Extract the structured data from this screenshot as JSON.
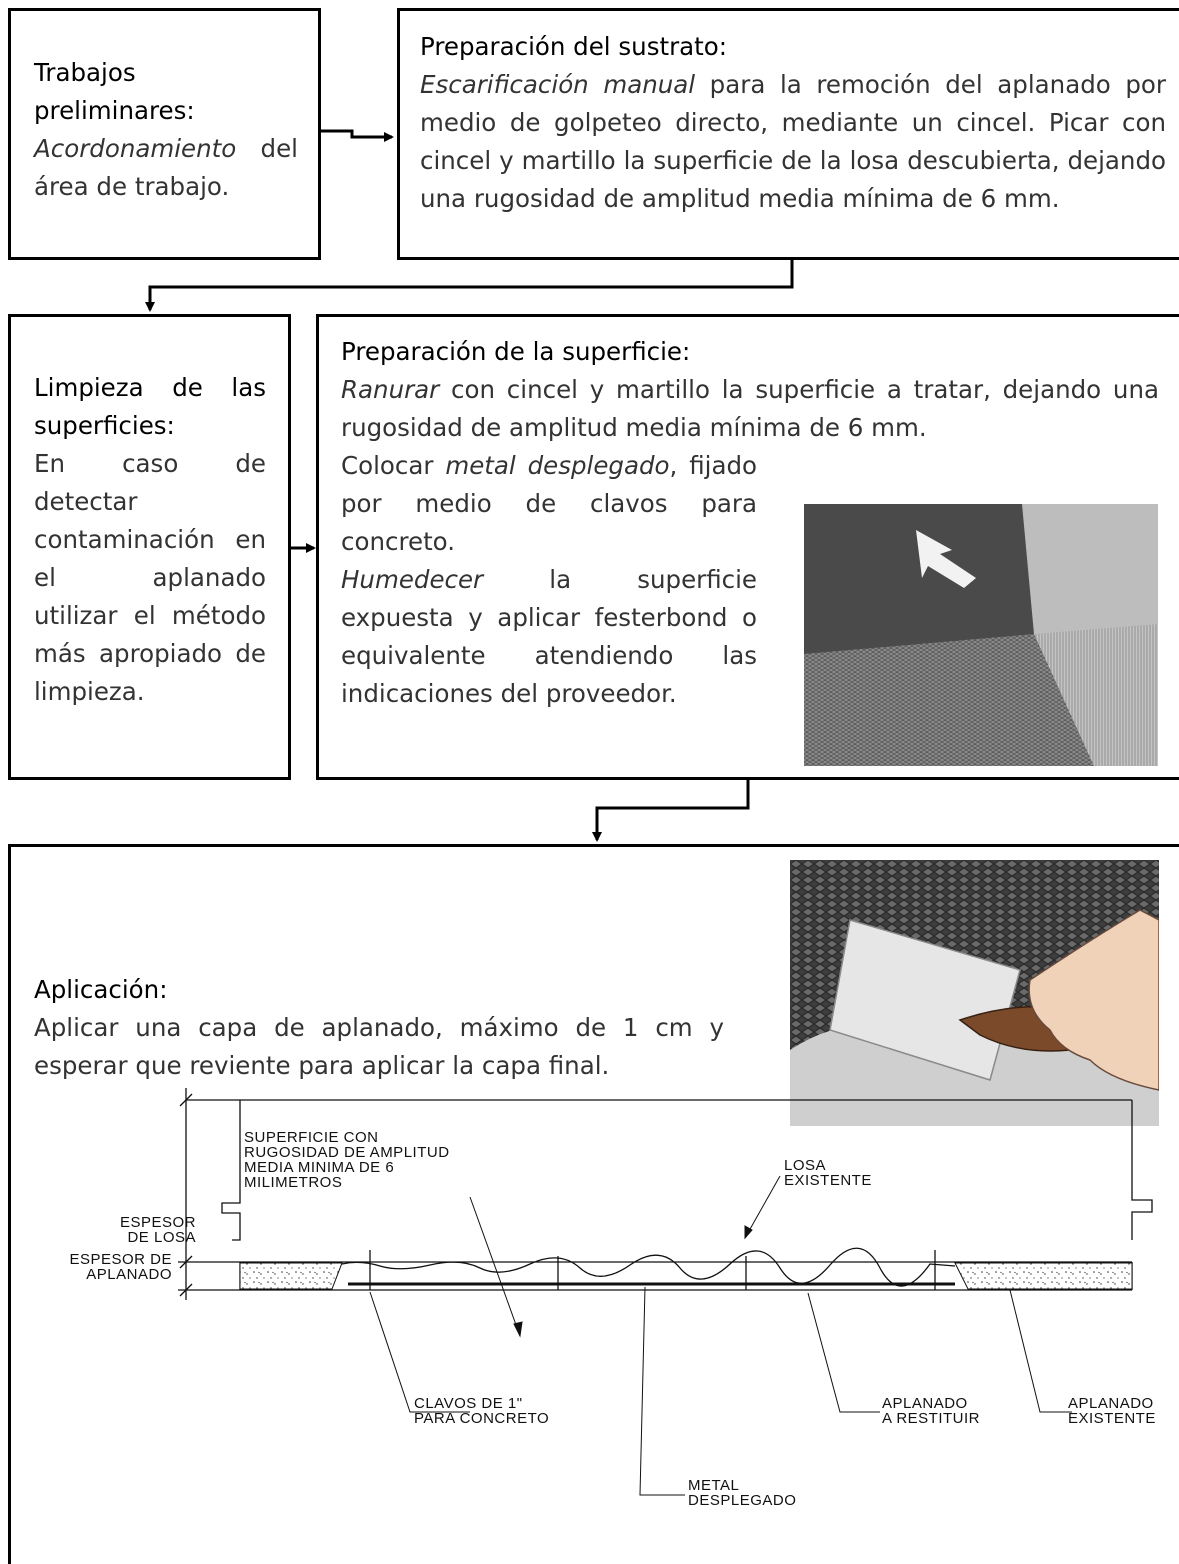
{
  "box1": {
    "title": "Trabajos preliminares:",
    "item": "Acordonamiento",
    "rest": " del área de trabajo."
  },
  "box2": {
    "title": "Preparación del sustrato:",
    "item": "Escarificación manual",
    "rest": " para la remoción del aplanado por medio de golpeteo directo, mediante un cincel. Picar con cincel y martillo la superficie de la losa descubierta, dejando una rugosidad de amplitud media mínima de 6 mm."
  },
  "box3": {
    "title": "Limpieza de las superficies:",
    "body": "En caso de detectar contaminación en el aplanado utilizar el método más apropiado de limpieza."
  },
  "box4": {
    "title": "Preparación de la superficie:",
    "p1_item": "Ranurar",
    "p1_rest": " con cincel y martillo la superficie  a tratar, dejando una rugosidad de amplitud media mínima de 6 mm.",
    "p2_pre": "Colocar ",
    "p2_item": "metal desplegado",
    "p2_rest": ", fijado por medio de clavos para concreto.",
    "p3_item": "Humedecer",
    "p3_rest": " la superficie expuesta y aplicar festerbond o equivalente atendiendo las indicaciones del proveedor."
  },
  "box5": {
    "title": "Aplicación:",
    "body": "Aplicar una capa de aplanado, máximo de 1 cm y esperar  que reviente para aplicar la capa final."
  },
  "drawing": {
    "surface_label": [
      "SUPERFICIE CON",
      "RUGOSIDAD DE AMPLITUD",
      "MEDIA MINIMA DE 6",
      "MILIMETROS"
    ],
    "losa_label": [
      "LOSA",
      "EXISTENTE"
    ],
    "espesor_losa": [
      "ESPESOR",
      "DE LOSA"
    ],
    "espesor_aplanado": [
      "ESPESOR DE",
      "APLANADO"
    ],
    "clavos": [
      "CLAVOS  DE  1\"",
      "PARA  CONCRETO"
    ],
    "metal": [
      "METAL",
      "DESPLEGADO"
    ],
    "restituir": [
      "APLANADO",
      "A  RESTITUIR"
    ],
    "existente": [
      "APLANADO",
      "EXISTENTE"
    ]
  }
}
